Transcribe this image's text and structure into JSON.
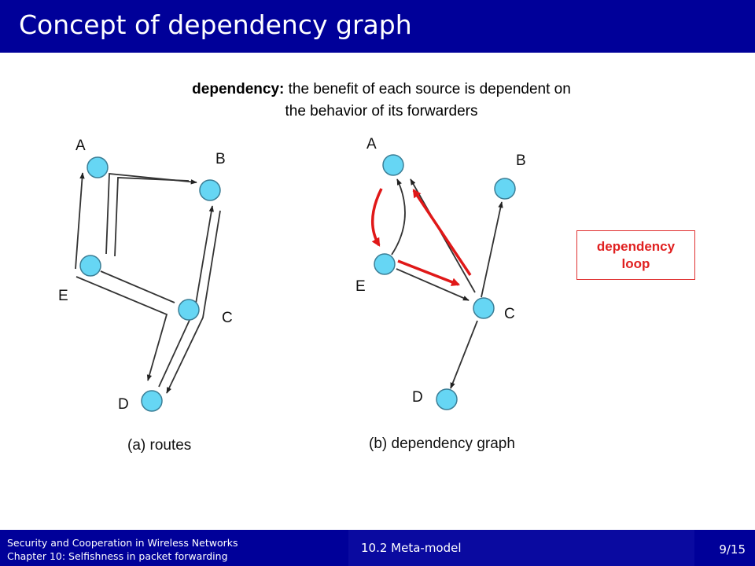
{
  "slide": {
    "title": "Concept of dependency graph",
    "definition_term": "dependency:",
    "definition_text_1": " the benefit of each source is dependent on",
    "definition_text_2": "the behavior of its forwarders"
  },
  "diagram_a": {
    "nodes": [
      "A",
      "B",
      "E",
      "C",
      "D"
    ],
    "caption": "(a) routes"
  },
  "diagram_b": {
    "nodes": [
      "A",
      "B",
      "E",
      "C",
      "D"
    ],
    "caption": "(b) dependency graph"
  },
  "callout": {
    "line1": "dependency",
    "line2": "loop"
  },
  "footer": {
    "line1": "Security and Cooperation in Wireless Networks",
    "line2": "Chapter 10: Selfishness in packet forwarding",
    "section": "10.2 Meta-model",
    "page": "9/15"
  },
  "colors": {
    "bar": "#000099",
    "node_fill": "#66d6f4",
    "node_stroke": "#3b7e96",
    "loop_red": "#e01818"
  }
}
